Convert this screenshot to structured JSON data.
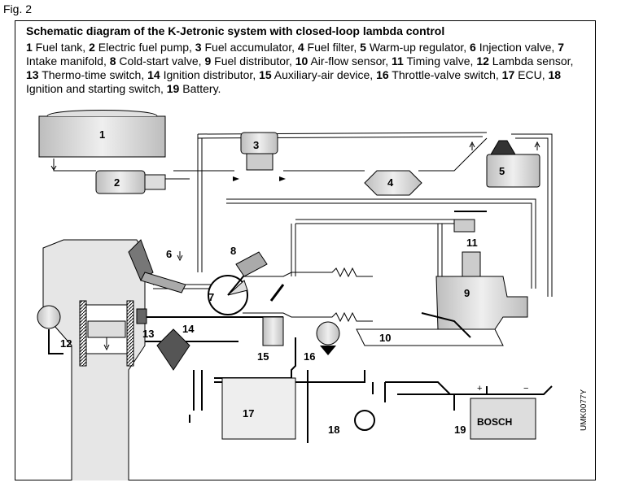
{
  "figure_label": "Fig. 2",
  "title": "Schematic diagram of the K-Jetronic system with closed-loop lambda control",
  "legend": [
    {
      "num": "1",
      "text": "Fuel tank,"
    },
    {
      "num": "2",
      "text": "Electric fuel pump,"
    },
    {
      "num": "3",
      "text": "Fuel accumulator,"
    },
    {
      "num": "4",
      "text": "Fuel filter,"
    },
    {
      "num": "5",
      "text": "Warm-up regulator,"
    },
    {
      "num": "6",
      "text": "Injection valve,"
    },
    {
      "num": "7",
      "text": "Intake manifold,"
    },
    {
      "num": "8",
      "text": "Cold-start valve,"
    },
    {
      "num": "9",
      "text": "Fuel distributor,"
    },
    {
      "num": "10",
      "text": "Air-flow sensor,"
    },
    {
      "num": "11",
      "text": "Timing valve,"
    },
    {
      "num": "12",
      "text": "Lambda sensor,"
    },
    {
      "num": "13",
      "text": "Thermo-time switch,"
    },
    {
      "num": "14",
      "text": "Ignition distributor,"
    },
    {
      "num": "15",
      "text": "Auxiliary-air device,"
    },
    {
      "num": "16",
      "text": "Throttle-valve switch,"
    },
    {
      "num": "17",
      "text": "ECU,"
    },
    {
      "num": "18",
      "text": "Ignition and starting switch,"
    },
    {
      "num": "19",
      "text": "Battery."
    }
  ],
  "component_labels": {
    "fuel_tank": "1",
    "fuel_pump": "2",
    "fuel_accumulator": "3",
    "fuel_filter": "4",
    "warmup_regulator": "5",
    "injection_valve": "6",
    "intake_manifold": "7",
    "cold_start_valve": "8",
    "fuel_distributor": "9",
    "air_flow_sensor": "10",
    "timing_valve": "11",
    "lambda_sensor": "12",
    "thermo_time_switch": "13",
    "ignition_distributor": "14",
    "auxiliary_air_device": "15",
    "throttle_valve_switch": "16",
    "ecu": "17",
    "ignition_switch": "18",
    "battery": "19"
  },
  "battery_brand": "BOSCH",
  "battery_plus": "+",
  "battery_minus": "−",
  "drawing_code": "UMK0077Y"
}
